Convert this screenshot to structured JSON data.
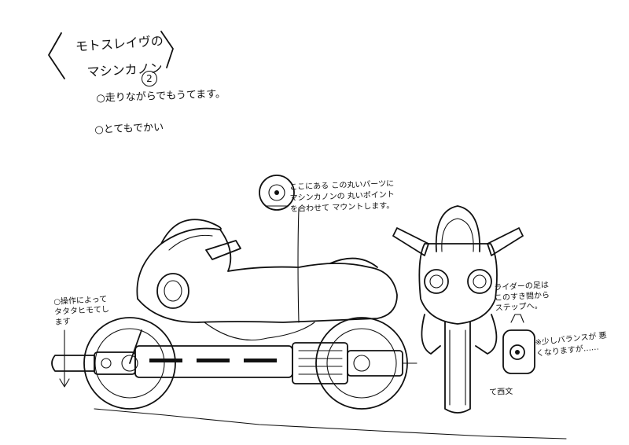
{
  "sketch": {
    "title_line1": "モトスレイヴの",
    "title_line2": "マシンカノン",
    "title_number": "2",
    "note_running": "○走りながらでもうてます。",
    "note_big": "○とてもでかい",
    "note_gun_mount": "ここにある この丸いパーツに マシンカノンの 丸いポイントを合わせて マウントします。",
    "note_operation": "○操作によって タタタヒモてします",
    "note_rider": "ライダーの足は このすき間から ステップへ。",
    "note_balance": "※少しバランスが 悪くなりますが……",
    "signature": "て西文"
  },
  "colors": {
    "ink": "#111111",
    "paper": "#ffffff"
  }
}
